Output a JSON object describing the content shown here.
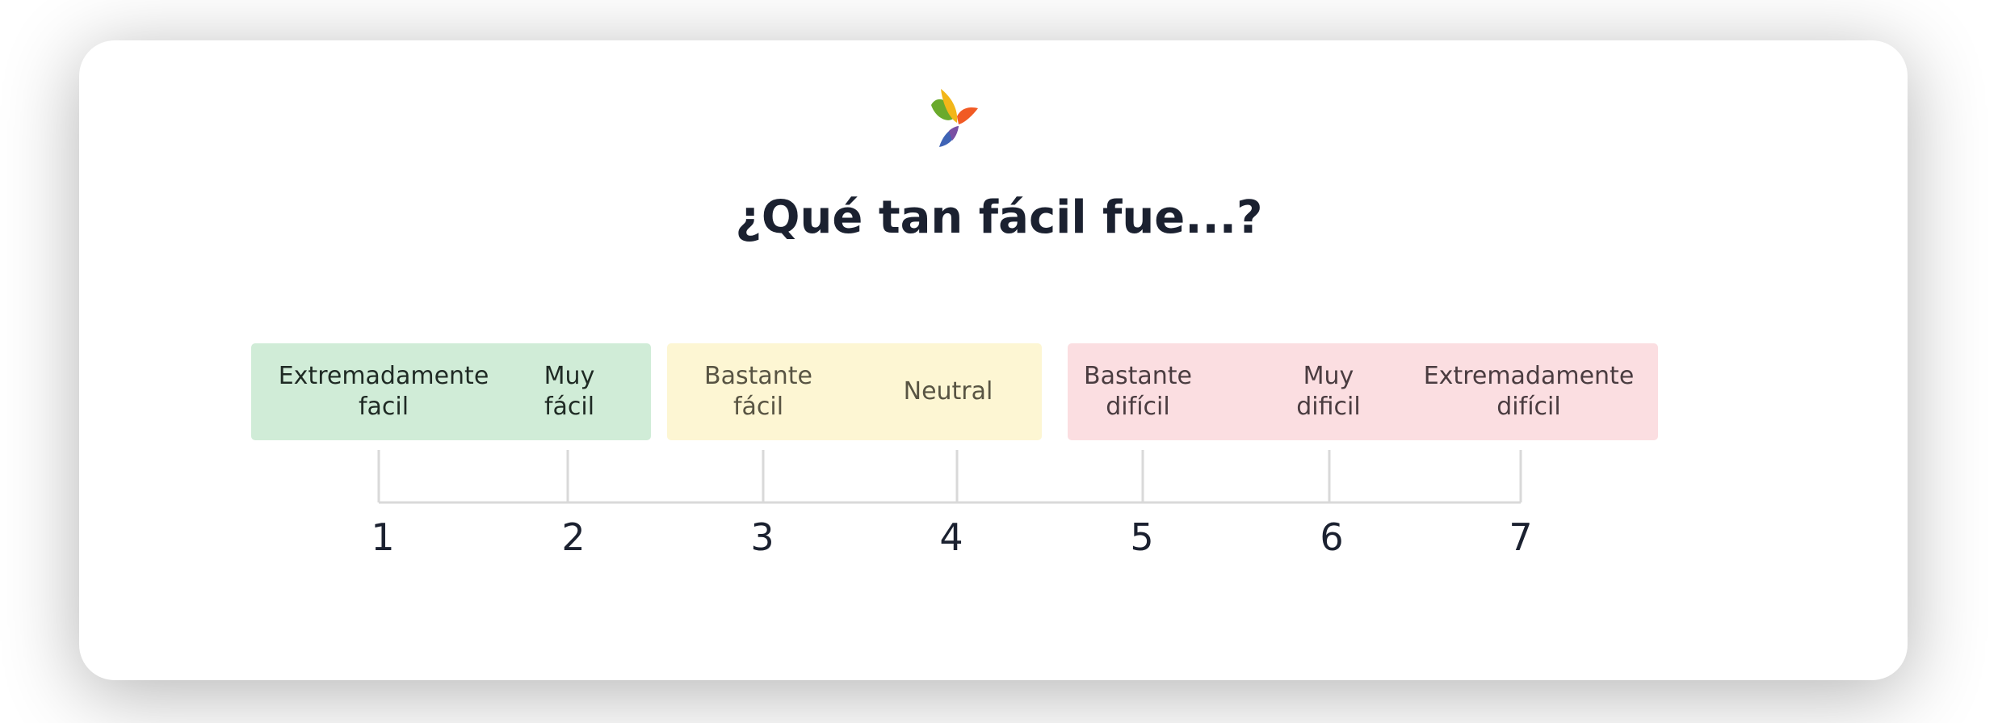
{
  "title": "¿Qué tan fácil fue...?",
  "icons": {
    "logo": "bird-logo-icon"
  },
  "colors": {
    "easy_band": "#d0ecd7",
    "neutral_band": "#fdf6d3",
    "hard_band": "#fbdee1",
    "title_text": "#1b2130",
    "scale_line": "#d9d9d9"
  },
  "scale": {
    "points": [
      {
        "value": "1",
        "label": "Extremadamente\nfacil",
        "group": "easy"
      },
      {
        "value": "2",
        "label": "Muy\nfácil",
        "group": "easy"
      },
      {
        "value": "3",
        "label": "Bastante\nfácil",
        "group": "neutral"
      },
      {
        "value": "4",
        "label": "Neutral",
        "group": "neutral"
      },
      {
        "value": "5",
        "label": "Bastante\ndifícil",
        "group": "hard"
      },
      {
        "value": "6",
        "label": "Muy\ndificil",
        "group": "hard"
      },
      {
        "value": "7",
        "label": "Extremadamente\ndifícil",
        "group": "hard"
      }
    ]
  }
}
